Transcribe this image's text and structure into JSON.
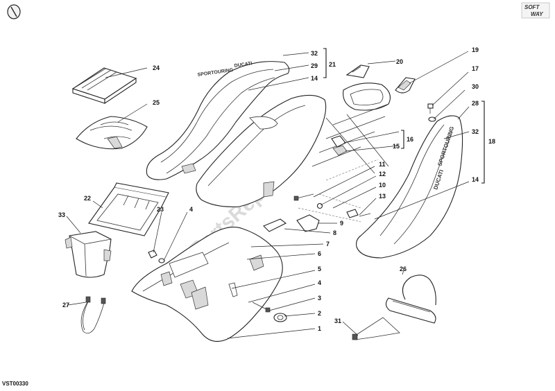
{
  "diagram": {
    "code": "VST00330",
    "watermark": "PartsRepublik",
    "seat_text_a": "DUCATI",
    "seat_text_b": "SPORTOURING",
    "logo_top": "SOFT",
    "logo_bottom": "WAY",
    "callouts": [
      "24",
      "25",
      "22",
      "33",
      "27",
      "23",
      "4",
      "32",
      "29",
      "14",
      "21",
      "20",
      "19",
      "17",
      "30",
      "28",
      "32",
      "18",
      "14",
      "16",
      "15",
      "11",
      "12",
      "10",
      "13",
      "9",
      "8",
      "7",
      "6",
      "5",
      "4",
      "3",
      "2",
      "1",
      "26",
      "31"
    ]
  }
}
